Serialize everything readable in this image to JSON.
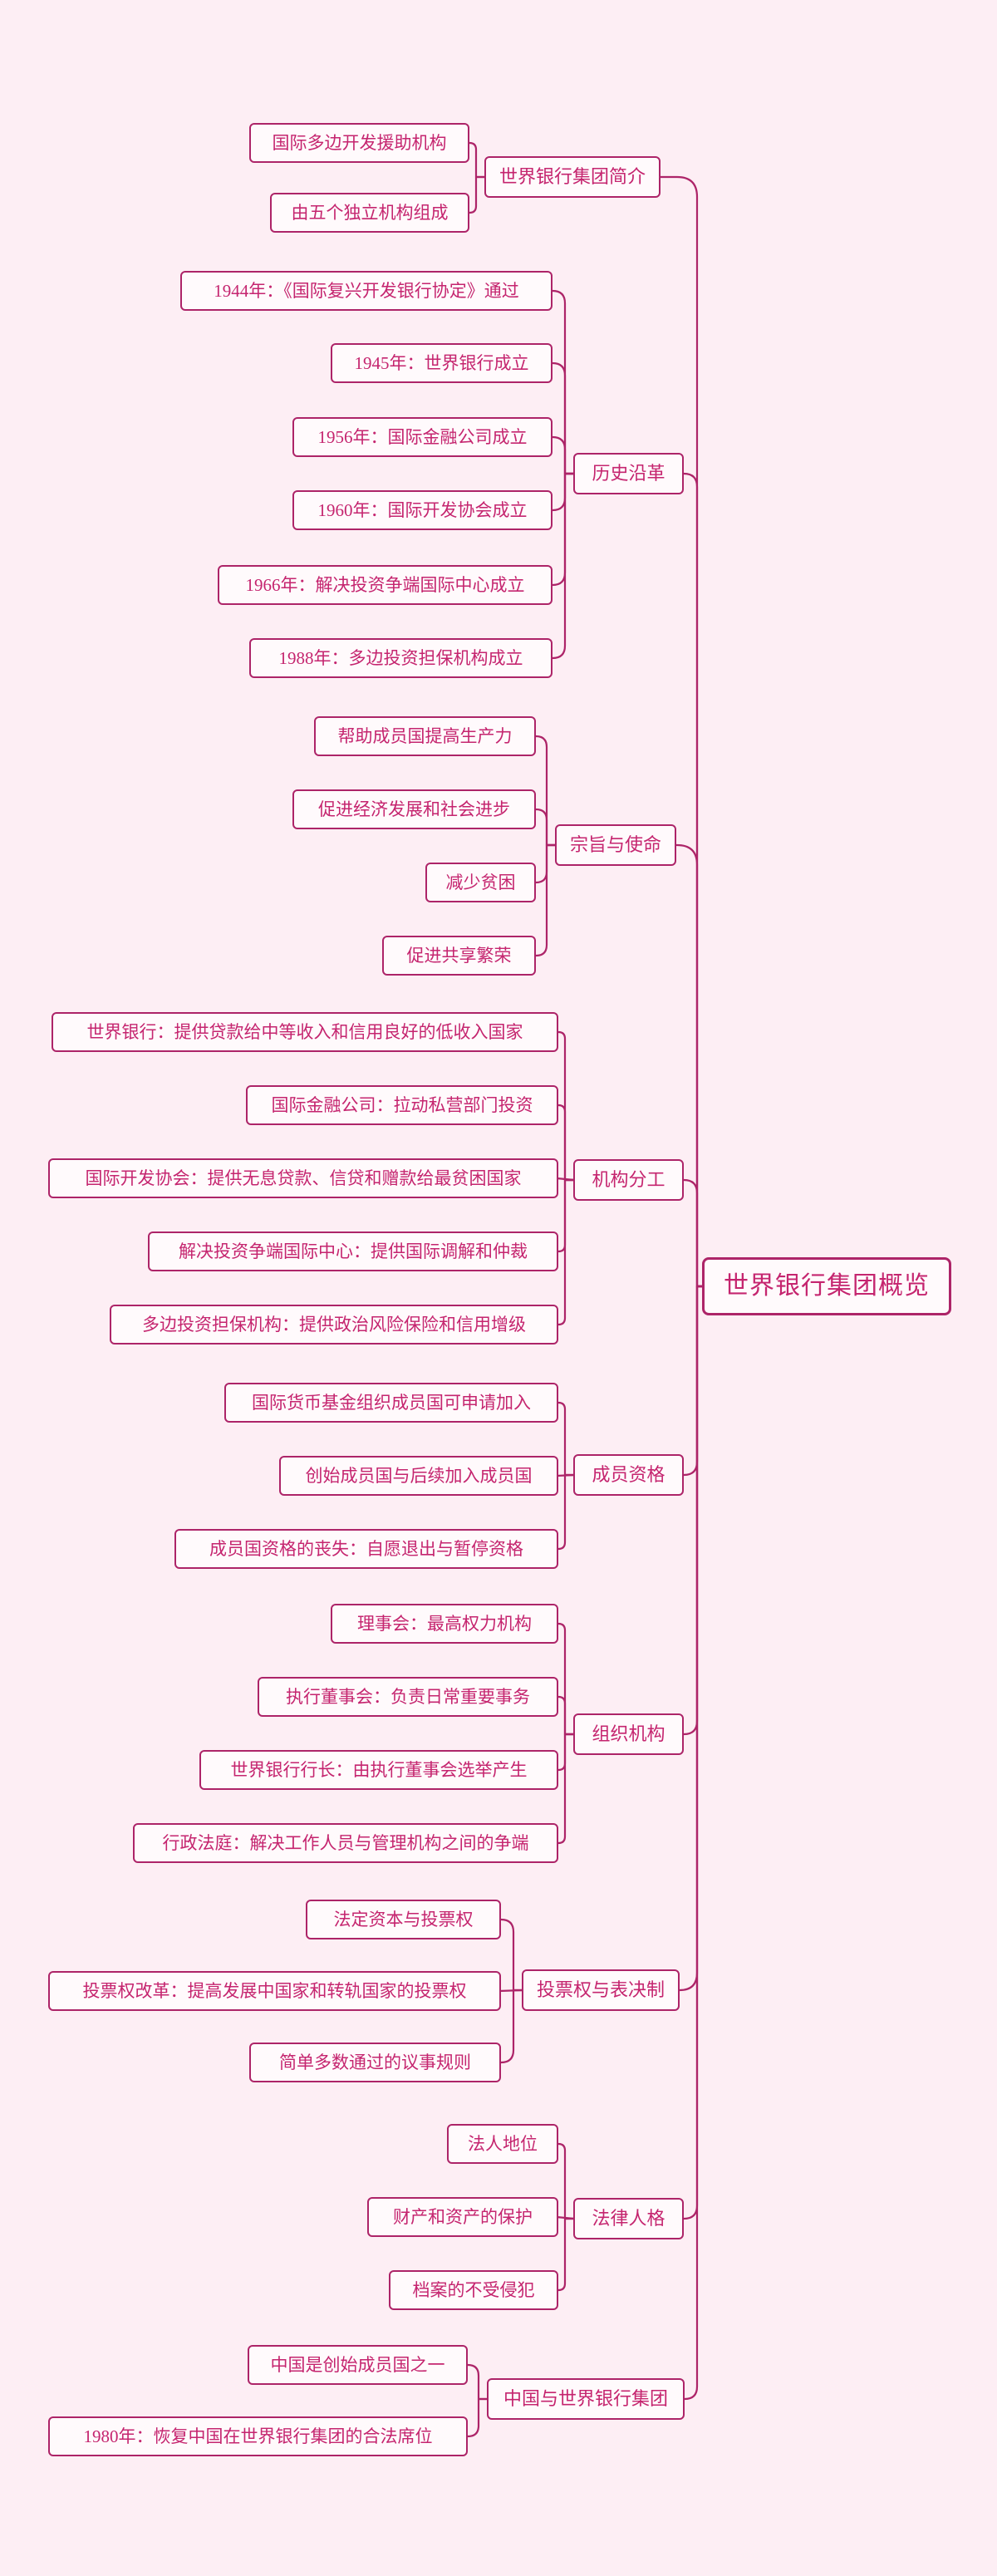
{
  "colors": {
    "background": "#fdeef4",
    "node_fill": "#fffafc",
    "line": "#ad2468",
    "text": "#c5256f"
  },
  "mindmap": {
    "root": {
      "id": "root",
      "label": "世界银行集团概览"
    },
    "branches": [
      {
        "id": "intro",
        "label": "世界银行集团简介",
        "children": [
          "国际多边开发援助机构",
          "由五个独立机构组成"
        ]
      },
      {
        "id": "history",
        "label": "历史沿革",
        "children": [
          "1944年：《国际复兴开发银行协定》通过",
          "1945年：世界银行成立",
          "1956年：国际金融公司成立",
          "1960年：国际开发协会成立",
          "1966年：解决投资争端国际中心成立",
          "1988年：多边投资担保机构成立"
        ]
      },
      {
        "id": "mission",
        "label": "宗旨与使命",
        "children": [
          "帮助成员国提高生产力",
          "促进经济发展和社会进步",
          "减少贫困",
          "促进共享繁荣"
        ]
      },
      {
        "id": "division",
        "label": "机构分工",
        "children": [
          "世界银行：提供贷款给中等收入和信用良好的低收入国家",
          "国际金融公司：拉动私营部门投资",
          "国际开发协会：提供无息贷款、信贷和赠款给最贫困国家",
          "解决投资争端国际中心：提供国际调解和仲裁",
          "多边投资担保机构：提供政治风险保险和信用增级"
        ]
      },
      {
        "id": "membership",
        "label": "成员资格",
        "children": [
          "国际货币基金组织成员国可申请加入",
          "创始成员国与后续加入成员国",
          "成员国资格的丧失：自愿退出与暂停资格"
        ]
      },
      {
        "id": "organization",
        "label": "组织机构",
        "children": [
          "理事会：最高权力机构",
          "执行董事会：负责日常重要事务",
          "世界银行行长：由执行董事会选举产生",
          "行政法庭：解决工作人员与管理机构之间的争端"
        ]
      },
      {
        "id": "voting",
        "label": "投票权与表决制",
        "children": [
          "法定资本与投票权",
          "投票权改革：提高发展中国家和转轨国家的投票权",
          "简单多数通过的议事规则"
        ]
      },
      {
        "id": "legal",
        "label": "法律人格",
        "children": [
          "法人地位",
          "财产和资产的保护",
          "档案的不受侵犯"
        ]
      },
      {
        "id": "china",
        "label": "中国与世界银行集团",
        "children": [
          "中国是创始成员国之一",
          "1980年：恢复中国在世界银行集团的合法席位"
        ]
      }
    ]
  }
}
